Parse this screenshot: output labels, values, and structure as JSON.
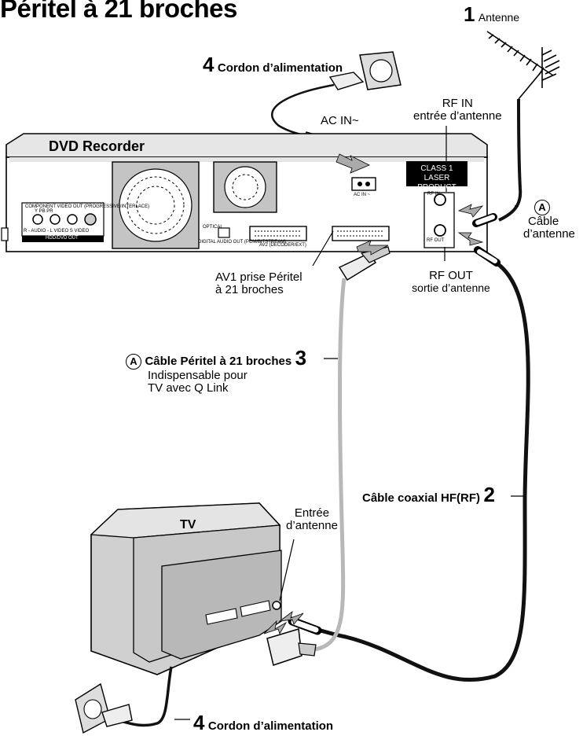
{
  "title": "Péritel à 21 broches",
  "antenna": {
    "number": "1",
    "label": "Antenne"
  },
  "power_top": {
    "number": "4",
    "label": "Cordon d’alimentation"
  },
  "ac_in": "AC IN~",
  "rf_in": {
    "line1": "RF IN",
    "line2": "entrée d’antenne"
  },
  "recorder_label": "DVD Recorder",
  "antenna_cable": {
    "marker": "A",
    "line1": "Câble",
    "line2": "d’antenne"
  },
  "av1": {
    "line1": "AV1 prise Péritel",
    "line2": "à 21 broches"
  },
  "rf_out": {
    "line1": "RF OUT",
    "line2": "sortie d’antenne"
  },
  "scart_cable": {
    "marker": "A",
    "label": "Câble Péritel à 21 broches",
    "number": "3",
    "note1": "Indispensable pour",
    "note2": "TV avec Q Link"
  },
  "coax_cable": {
    "label": "Câble coaxial HF(RF)",
    "number": "2"
  },
  "tv": {
    "label": "TV",
    "input_line1": "Entrée",
    "input_line2": "d’antenne"
  },
  "power_bottom": {
    "number": "4",
    "label": "Cordon d’alimentation"
  },
  "rear_panel": {
    "sticker_line1": "CLASS 1",
    "sticker_line2": "LASER PRODUCT",
    "ac_socket_label": "AC IN ~",
    "optical_label": "OPTICAL",
    "digital_out_label": "DIGITAL AUDIO OUT (PCM/BITSTREAM)",
    "av2_label": "AV2 (DECODER/EXT)",
    "component_label": "COMPONENT VIDEO OUT (PROGRESSIVE/INTERLACE)",
    "component_jacks": "Y   PB   PR",
    "audio_label": "R - AUDIO - L   VIDEO   S VIDEO",
    "out_label": "HDD/DVD OUT",
    "rf_in_small": "RF IN",
    "rf_out_small": "RF OUT"
  },
  "colors": {
    "cable_dark": "#111111",
    "cable_scart": "#b8b8b8",
    "device_fill": "#e6e6e6",
    "tv_fill": "#d0d0d0",
    "fan_fill": "#c4c4c4"
  }
}
